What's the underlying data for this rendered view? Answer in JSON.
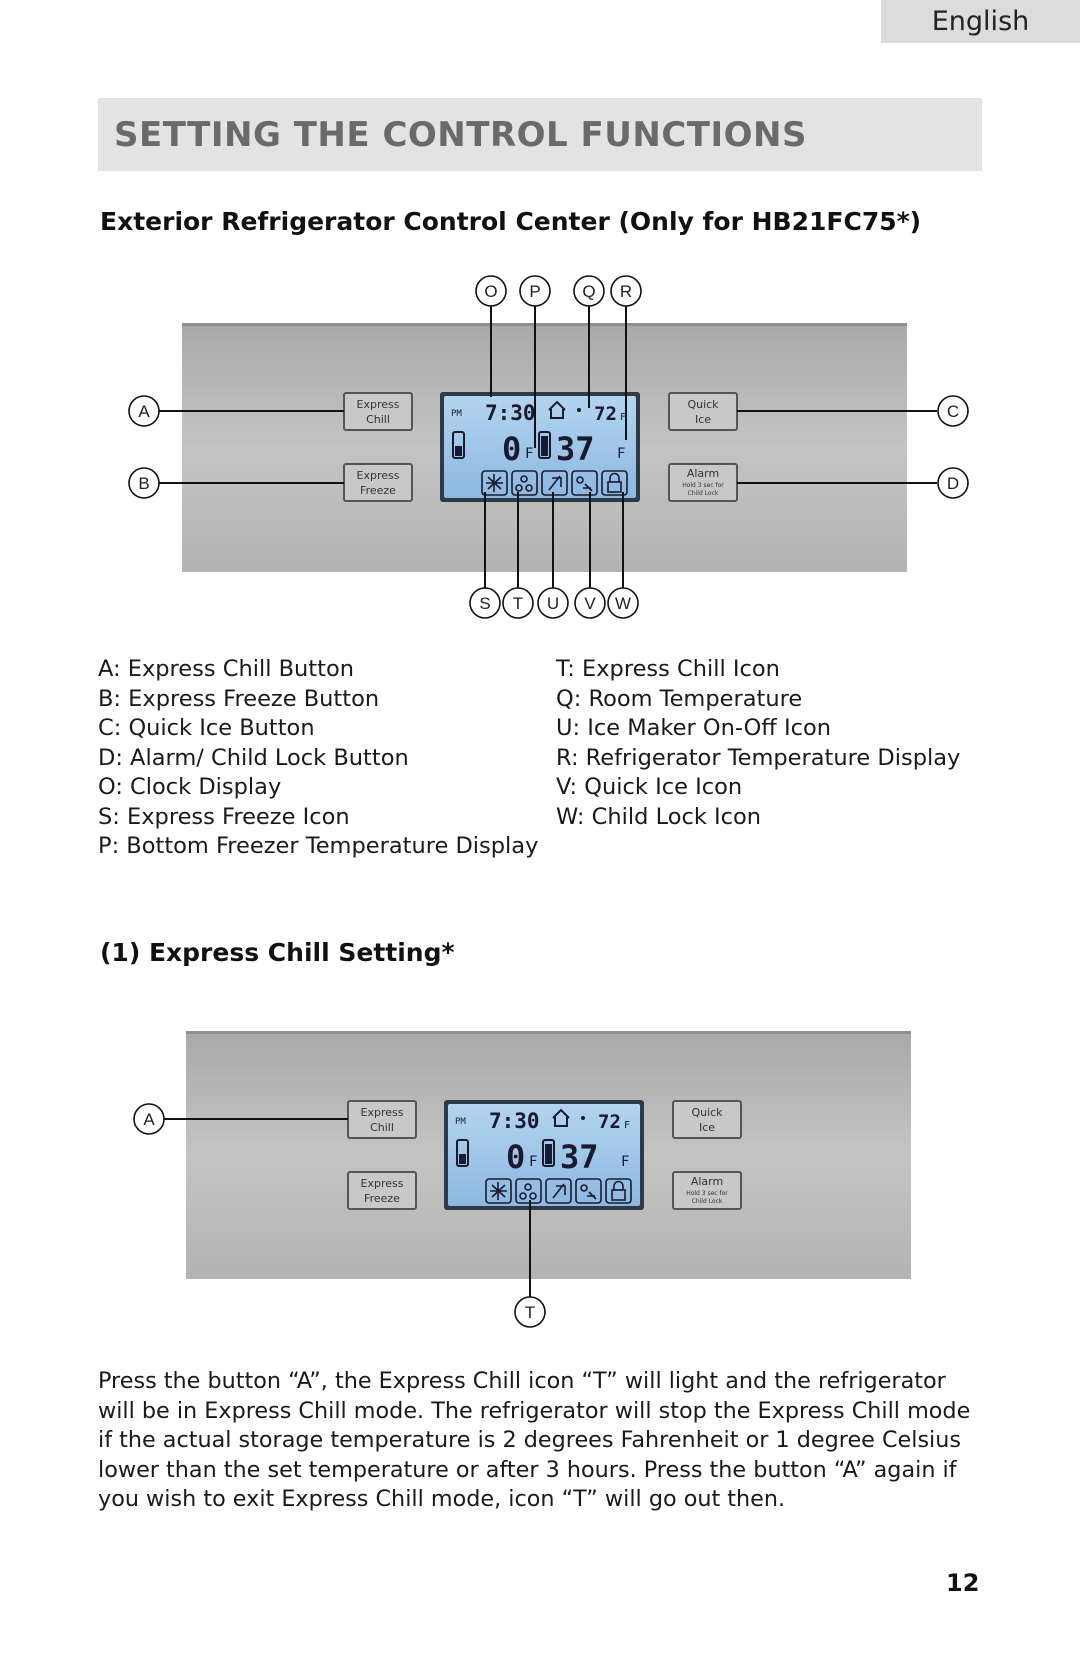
{
  "header": {
    "language": "English",
    "title": "SETTING THE CONTROL FUNCTIONS"
  },
  "section1": {
    "heading": "Exterior Refrigerator Control Center (Only for HB21FC75*)"
  },
  "panel": {
    "buttons": {
      "express_chill": [
        "Express",
        "Chill"
      ],
      "express_freeze": [
        "Express",
        "Freeze"
      ],
      "quick_ice": [
        "Quick",
        "Ice"
      ],
      "alarm": [
        "Alarm",
        "Hold 3 sec for",
        "Child Lock"
      ]
    },
    "lcd": {
      "pm": "PM",
      "clock": "7:30",
      "room_temp": "72",
      "freezer_temp": "0",
      "fridge_temp": "37",
      "unit": "F"
    }
  },
  "callouts": {
    "top": [
      "O",
      "P",
      "Q",
      "R"
    ],
    "left": [
      "A",
      "B"
    ],
    "right": [
      "C",
      "D"
    ],
    "bottom": [
      "S",
      "T",
      "U",
      "V",
      "W"
    ],
    "fig2": [
      "A",
      "T"
    ]
  },
  "legend": {
    "left": [
      "A: Express Chill Button",
      "B: Express Freeze Button",
      "C: Quick Ice Button",
      "D: Alarm/ Child Lock Button",
      "O: Clock Display",
      "S: Express Freeze Icon",
      "P: Bottom Freezer Temperature Display"
    ],
    "right": [
      "T: Express Chill Icon",
      "Q: Room Temperature",
      "U: Ice Maker On-Off Icon",
      "R: Refrigerator Temperature Display",
      "V: Quick Ice Icon",
      "W: Child Lock Icon"
    ]
  },
  "section2": {
    "heading": "(1) Express Chill Setting*",
    "paragraph": "Press the button “A”, the Express Chill icon “T” will light and the refrigerator will be in Express Chill mode. The refrigerator will stop the Express Chill mode if the actual storage temperature is 2 degrees Fahrenheit or 1 degree Celsius lower than the set temperature or after 3 hours. Press the button “A” again if you wish to exit Express Chill mode, icon “T” will go out then."
  },
  "footer": {
    "page_number": "12"
  },
  "colors": {
    "panel": "#bdbdbd",
    "lcd": "#9fc4e6",
    "title_band": "#e3e3e3",
    "title_text": "#6a6a6a"
  }
}
